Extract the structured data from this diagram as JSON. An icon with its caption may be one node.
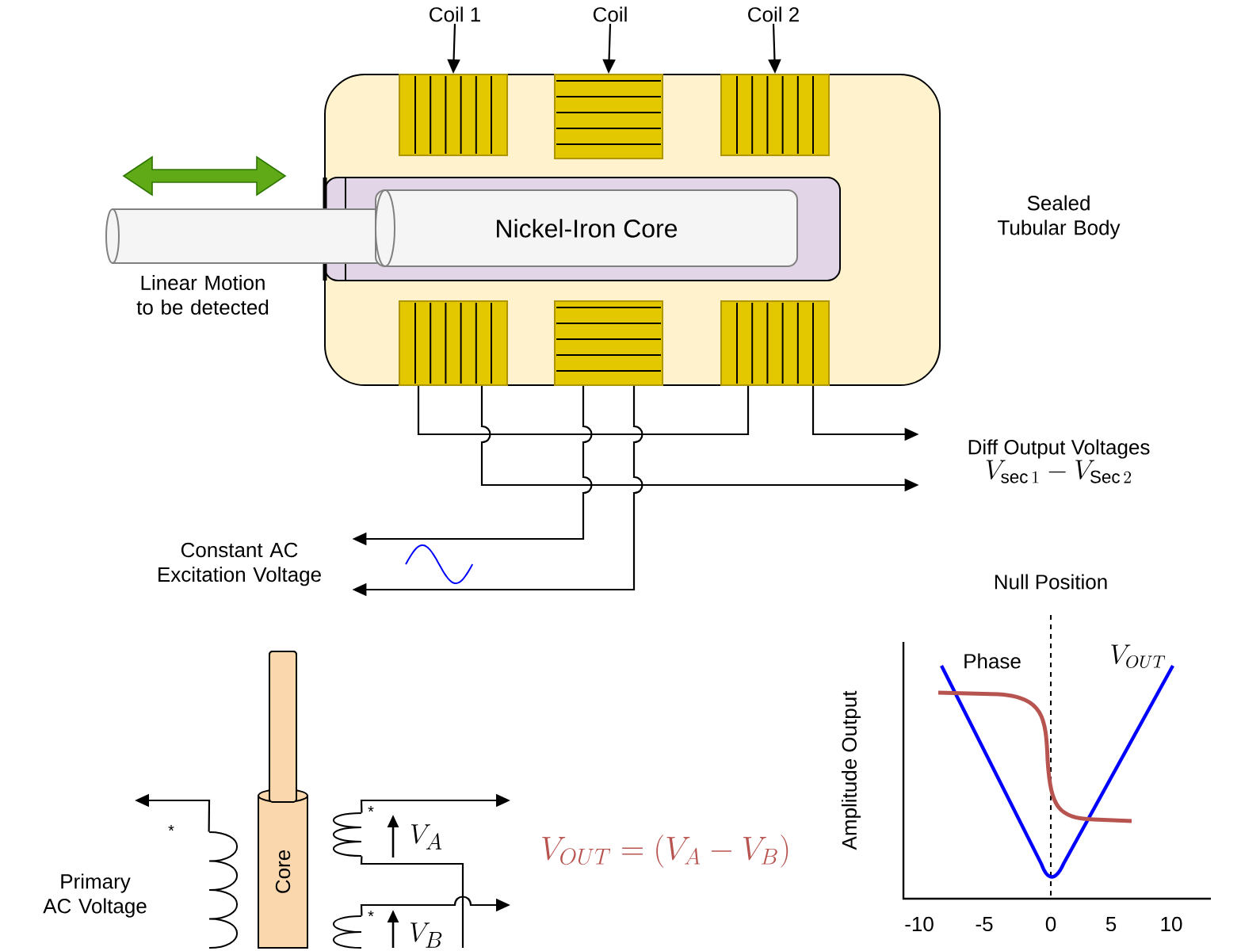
{
  "diagram": {
    "nodes": [
      {
        "text": [
          "Coil 1"
        ]
      },
      {
        "text": [
          "Coil"
        ]
      },
      {
        "text": [
          "Coil 2"
        ]
      },
      {
        "text": [],
        "shape": "box",
        "beside": [
          "Sealed Tubular Body"
        ]
      },
      {
        "text": [],
        "shape": "box",
        "in": 3
      },
      {
        "text": [],
        "shape": "box",
        "in": 3
      },
      {
        "text": [],
        "shape": "box",
        "in": 3
      },
      {
        "text": [],
        "shape": "box",
        "in": 3
      },
      {
        "text": [],
        "shape": "box",
        "in": 3
      },
      {
        "text": [],
        "shape": "box",
        "in": 3
      },
      {
        "text": [],
        "shape": "box",
        "in": 3
      },
      {
        "text": [
          "Nickel-Iron Core"
        ],
        "in": 10
      },
      {
        "text": [
          "Diff Output Voltages",
          "V_{\\mathrm{sec}\\,1} - V_{\\mathrm{Sec}\\,2}"
        ]
      },
      {
        "text": [
          "Constant AC Excitation Voltage"
        ]
      },
      {
        "text": [],
        "shape": "coil"
      },
      {
        "text": [
          "Core"
        ]
      },
      {
        "text": [],
        "shape": "coil"
      },
      {
        "text": [],
        "shape": "coil"
      }
    ],
    "edges": [
      {
        "from": 0,
        "to": 4,
        "arrow": "to"
      },
      {
        "from": 1,
        "to": 5,
        "arrow": "to"
      },
      {
        "from": 2,
        "to": 6,
        "arrow": "to"
      },
      {
        "from": 7,
        "to": 9,
        "arrow": "none"
      },
      {
        "from": 7,
        "to": 12,
        "arrow": "to"
      },
      {
        "from": 9,
        "to": 12,
        "arrow": "to"
      },
      {
        "from": 8,
        "to": 13,
        "arrow": "to"
      },
      {
        "from": 8,
        "to": 13,
        "arrow": "to"
      },
      {
        "from": 14,
        "to": null,
        "arrow": "to"
      },
      {
        "from": 16,
        "to": null,
        "arrow": "to"
      },
      {
        "from": 17,
        "to": null,
        "arrow": "to"
      },
      {
        "from": 16,
        "to": null,
        "arrow": "none"
      }
    ],
    "labels": [
      "Linear Motion to be detected",
      "*",
      "Primary AC Voltage",
      "*",
      "V_A",
      "*",
      "V_B",
      "V_{OUT} = (V_A - V_B)",
      "Null Position",
      "Phase",
      "V_{OUT}",
      "Amplitude Output",
      "-10",
      "-5",
      "0",
      "5",
      "10"
    ]
  }
}
